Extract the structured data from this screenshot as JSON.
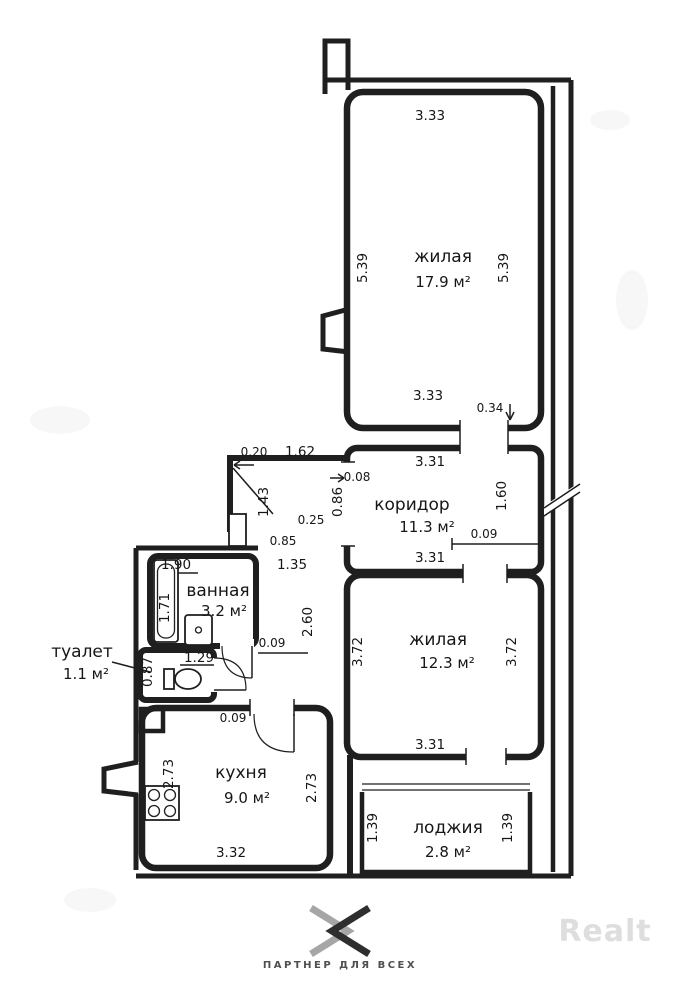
{
  "plan": {
    "rooms": {
      "living1": {
        "name": "жилая",
        "area": "17.9 м²"
      },
      "corridor": {
        "name": "коридор",
        "area": "11.3 м²"
      },
      "bathroom": {
        "name": "ванная",
        "area": "3.2 м²"
      },
      "toilet": {
        "name": "туалет",
        "area": "1.1 м²"
      },
      "living2": {
        "name": "жилая",
        "area": "12.3 м²"
      },
      "kitchen": {
        "name": "кухня",
        "area": "9.0 м²"
      },
      "loggia": {
        "name": "лоджия",
        "area": "2.8 м²"
      }
    },
    "dims": {
      "living1_top": "3.33",
      "living1_left": "5.39",
      "living1_right": "5.39",
      "living1_bottom": "3.33",
      "living1_door_offset": "0.34",
      "corridor_top_width": "3.31",
      "corridor_bottom_width": "3.31",
      "corridor_right_height": "1.60",
      "corridor_wall_gap": "0.08",
      "corridor_partition": "0.09",
      "entry_recess": "0.20",
      "entry_width": "1.62",
      "entry_wall_height": "1.43",
      "entry_inner_height": "0.86",
      "entry_seg1": "0.25",
      "entry_seg2": "0.85",
      "entry_seg3": "1.35",
      "bathroom_width": "1.90",
      "bathroom_height": "1.71",
      "corridor_side_height": "2.60",
      "bathroom_jamb": "0.09",
      "toilet_height": "0.87",
      "toilet_width": "1.29",
      "kitchen_jamb": "0.09",
      "living2_left": "3.72",
      "living2_right": "3.72",
      "living2_bottom": "3.31",
      "kitchen_left": "2.73",
      "kitchen_right": "2.73",
      "kitchen_bottom": "3.32",
      "loggia_left": "1.39",
      "loggia_right": "1.39"
    }
  },
  "footer": {
    "partner_text": "ПАРТНЕР ДЛЯ ВСЕХ",
    "watermark": "Realt"
  }
}
